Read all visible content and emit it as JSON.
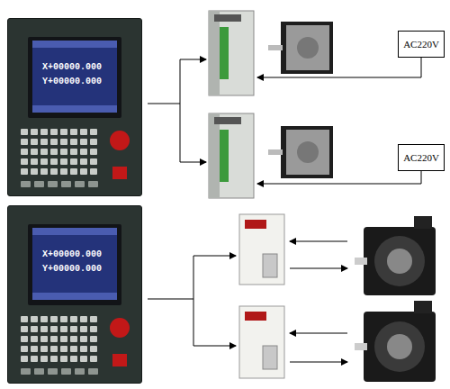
{
  "diagram": {
    "nodes": [
      {
        "text": [
          "X+00000.000",
          "Y+00000.000"
        ]
      },
      {
        "text": [
          "AC220V"
        ]
      },
      {
        "text": [
          "AC220V"
        ]
      },
      {
        "text": [
          "X+00000.000",
          "Y+00000.000"
        ]
      }
    ]
  }
}
